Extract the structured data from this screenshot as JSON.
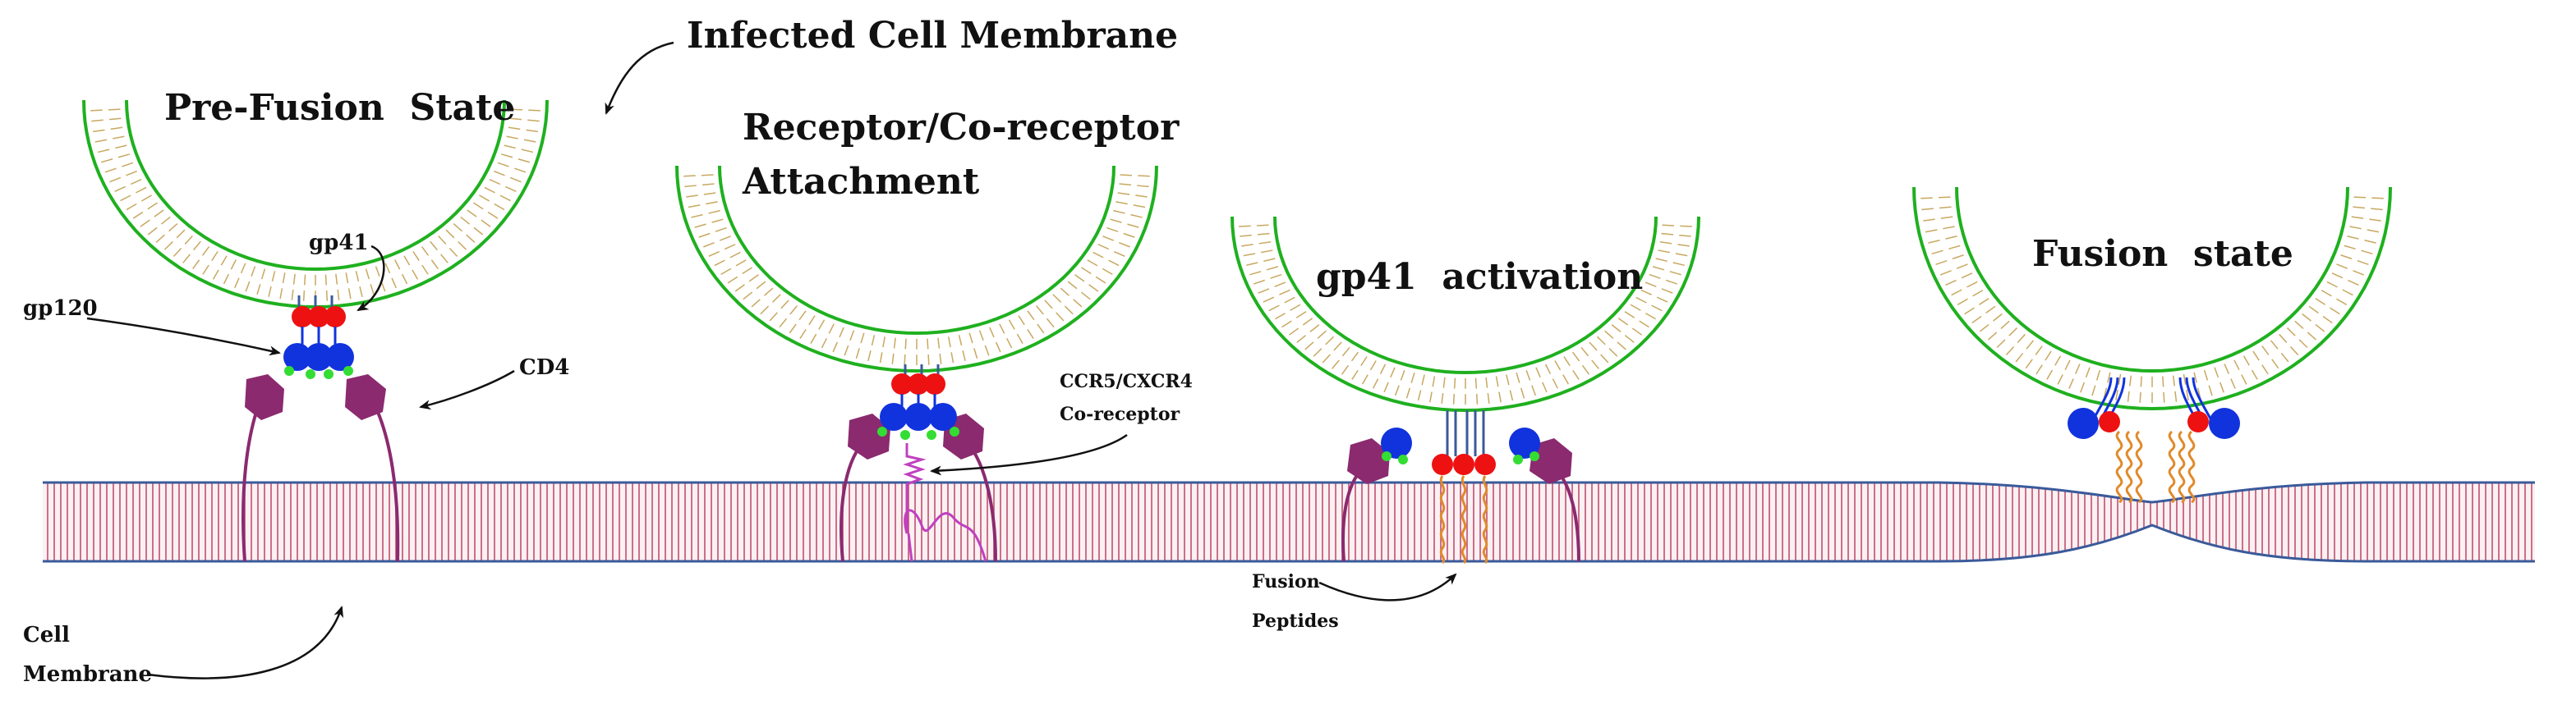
{
  "title": "Infected Cell Membrane",
  "stages": [
    {
      "label": "Pre-Fusion  State"
    },
    {
      "label_line1": "Receptor/Co-receptor",
      "label_line2": "Attachment"
    },
    {
      "label": "gp41  activation"
    },
    {
      "label": "Fusion  state"
    }
  ],
  "annotations": {
    "gp41": "gp41",
    "gp120": "gp120",
    "cd4": "CD4",
    "coreceptor_line1": "CCR5/CXCR4",
    "coreceptor_line2": "Co-receptor",
    "fusion_line1": "Fusion",
    "fusion_line2": "Peptides",
    "cell_line1": "Cell",
    "cell_line2": "Membrane"
  },
  "colors": {
    "membrane_green": "#1fb01f",
    "lipid_tail": "#c8a860",
    "bilayer_blue": "#3a5a9a",
    "bilayer_fill": "#f6eaec",
    "bilayer_stripe": "#c04060",
    "gp41_red": "#ee1111",
    "gp120_blue": "#1133dd",
    "cd4_purple": "#8b2a6f",
    "coreceptor_magenta": "#c040c0",
    "fusion_orange": "#e08a2a",
    "green_dot": "#33dd33"
  }
}
